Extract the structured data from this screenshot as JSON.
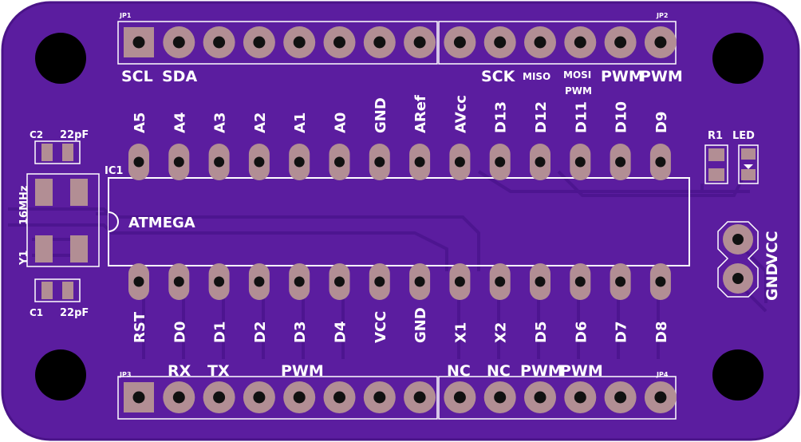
{
  "colors": {
    "board": "#5b1d9f",
    "board_edge": "#4a1488",
    "trace": "#4d1590",
    "pad": "#b28e94",
    "hole": "#111111",
    "silk": "#ffffff",
    "mount_hole": "#000000"
  },
  "labels": {
    "jp1": "JP1",
    "jp2": "JP2",
    "jp3": "JP3",
    "jp4": "JP4",
    "ic1": "IC1",
    "chip": "ATMEGA",
    "c1": "C1",
    "c2": "C2",
    "c1_val": "22pF",
    "c2_val": "22pF",
    "y1": "Y1",
    "crystal": "16MHz",
    "r1": "R1",
    "led": "LED",
    "gnd": "GND",
    "vcc": "VCC"
  },
  "top_header_labels": {
    "scl": "SCL",
    "sda": "SDA",
    "sck": "SCK",
    "miso": "MISO",
    "mosi": "MOSI",
    "mosi_pwm": "PWM",
    "pwm1": "PWM",
    "pwm2": "PWM"
  },
  "bottom_header_labels": {
    "rx": "RX",
    "tx": "TX",
    "pwm_d3": "PWM",
    "nc1": "NC",
    "nc2": "NC",
    "pwm_d5": "PWM",
    "pwm_d6": "PWM"
  },
  "ic_top_pins": [
    "A5",
    "A4",
    "A3",
    "A2",
    "A1",
    "A0",
    "GND",
    "ARef",
    "AVcc",
    "D13",
    "D12",
    "D11",
    "D10",
    "D9"
  ],
  "ic_bottom_pins": [
    "RST",
    "D0",
    "D1",
    "D2",
    "D3",
    "D4",
    "VCC",
    "GND",
    "X1",
    "X2",
    "D5",
    "D6",
    "D7",
    "D8"
  ]
}
